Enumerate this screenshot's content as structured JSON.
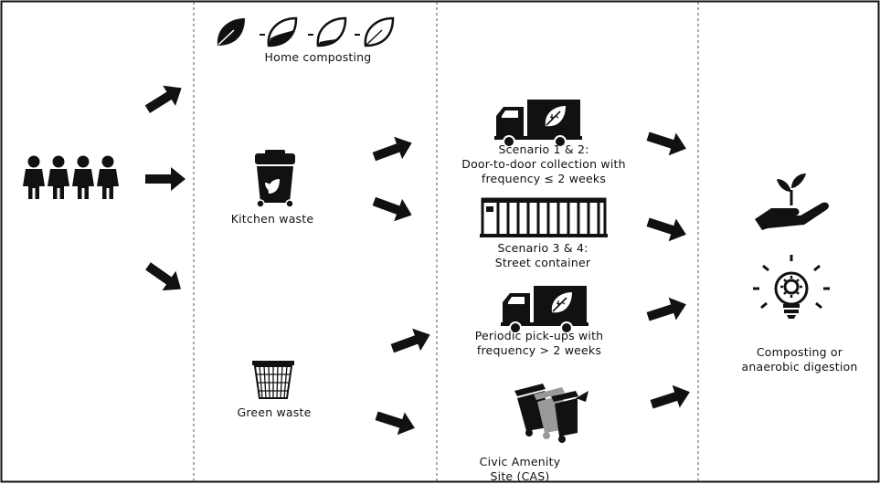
{
  "labels": {
    "home_composting": "Home composting",
    "kitchen_waste": "Kitchen waste",
    "green_waste": "Green waste",
    "scenario_12": [
      "Scenario 1 & 2:",
      "Door-to-door collection with",
      "frequency ≤ 2 weeks"
    ],
    "scenario_34": [
      "Scenario 3 & 4:",
      "Street container"
    ],
    "periodic": [
      "Periodic pick-ups with",
      "frequency > 2 weeks"
    ],
    "cas": [
      "Civic Amenity",
      "Site (CAS)"
    ],
    "outcome": [
      "Composting or",
      "anaerobic digestion"
    ]
  },
  "icons": [
    "people-icon",
    "leaf-stages-icon",
    "kitchen-bin-icon",
    "green-waste-basket-icon",
    "truck-leaf-icon",
    "street-container-icon",
    "cas-bins-icon",
    "hand-plant-icon",
    "lightbulb-gear-icon",
    "arrow-icon"
  ],
  "colors": {
    "ink": "#111111",
    "grey_bin": "#9a9a9a",
    "divider": "#555555"
  }
}
